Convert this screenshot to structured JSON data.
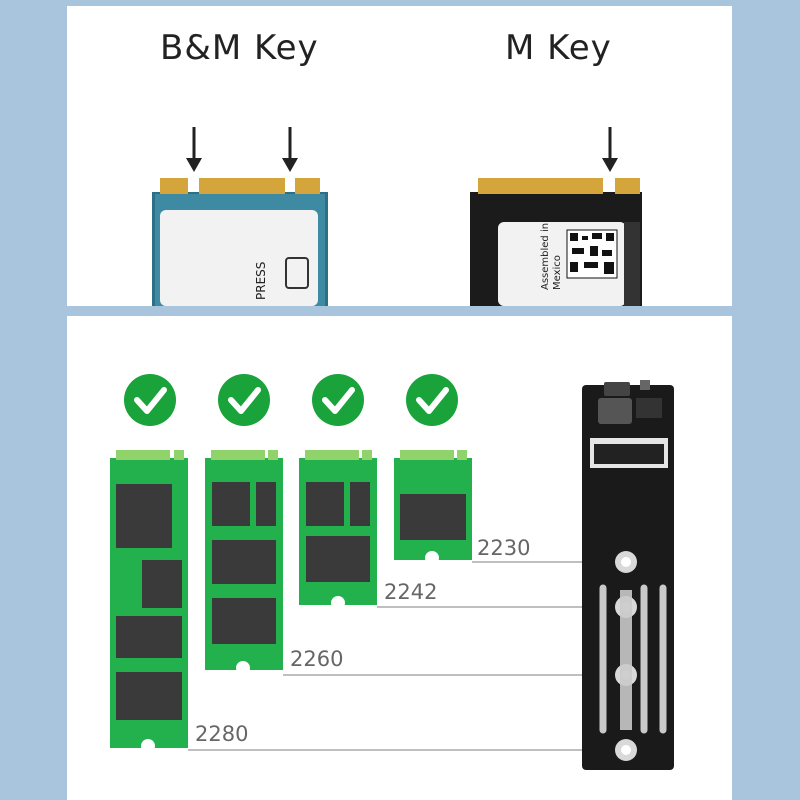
{
  "keys": {
    "bm_label": "B&M Key",
    "m_label": "M Key"
  },
  "ssd_sizes": [
    {
      "label": "2230",
      "supported": true
    },
    {
      "label": "2242",
      "supported": true
    },
    {
      "label": "2260",
      "supported": true
    },
    {
      "label": "2280",
      "supported": true
    }
  ],
  "colors": {
    "background": "#a9c4dd",
    "panel": "#ffffff",
    "ssd_green": "#22b14c",
    "gold_contacts": "#d4a53a",
    "check_green": "#1aa33a",
    "chip": "#3a3a3a",
    "enclosure": "#1a1a1a"
  },
  "icons": [
    "down-arrow-icon",
    "check-icon",
    "usb-c-port-icon"
  ]
}
